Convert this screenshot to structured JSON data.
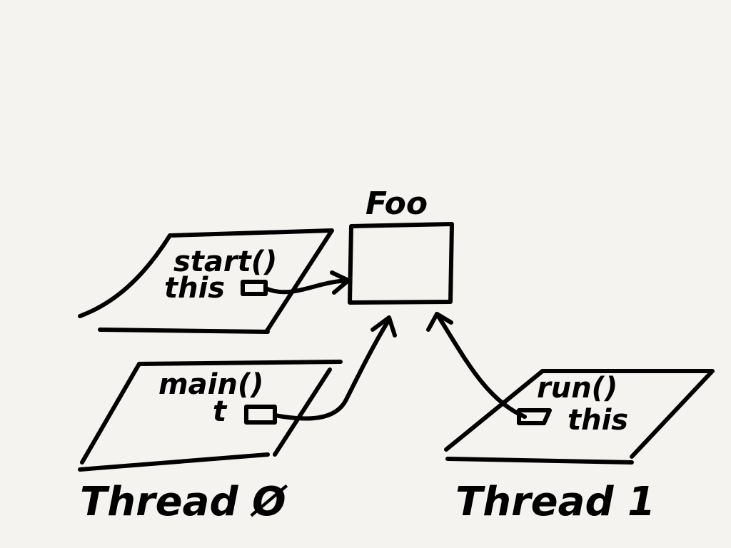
{
  "object": {
    "label": "Foo"
  },
  "frames": {
    "start": {
      "method": "start()",
      "var": "this"
    },
    "main": {
      "method": "main()",
      "var": "t"
    },
    "run": {
      "method": "run()",
      "var": "this"
    }
  },
  "threads": {
    "thread0": "Thread Ø",
    "thread1": "Thread 1"
  }
}
